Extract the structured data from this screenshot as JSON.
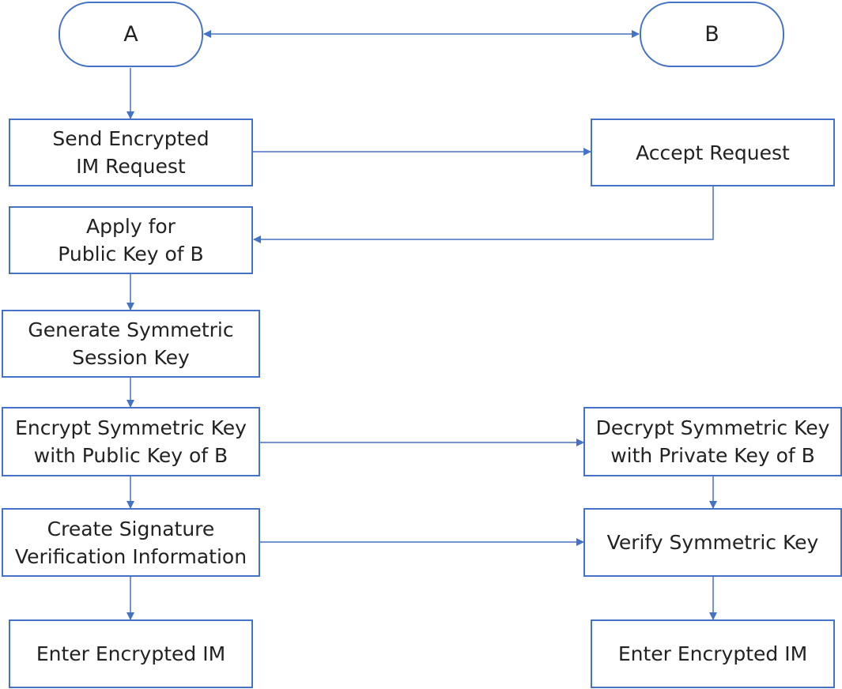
{
  "colors": {
    "line": "#4472C4",
    "text": "#222222",
    "background": "#ffffff"
  },
  "nodes": {
    "actor_a": "A",
    "actor_b": "B",
    "send_request": "Send Encrypted\nIM Request",
    "accept_request": "Accept Request",
    "apply_public_key": "Apply for\nPublic Key of B",
    "generate_session_key": "Generate Symmetric\nSession Key",
    "encrypt_symmetric_key": "Encrypt Symmetric Key\nwith Public Key of B",
    "decrypt_symmetric_key": "Decrypt Symmetric Key\nwith Private Key of B",
    "create_signature": "Create Signature\nVerification Information",
    "verify_symmetric_key": "Verify Symmetric Key",
    "enter_im_a": "Enter Encrypted IM",
    "enter_im_b": "Enter Encrypted IM"
  }
}
